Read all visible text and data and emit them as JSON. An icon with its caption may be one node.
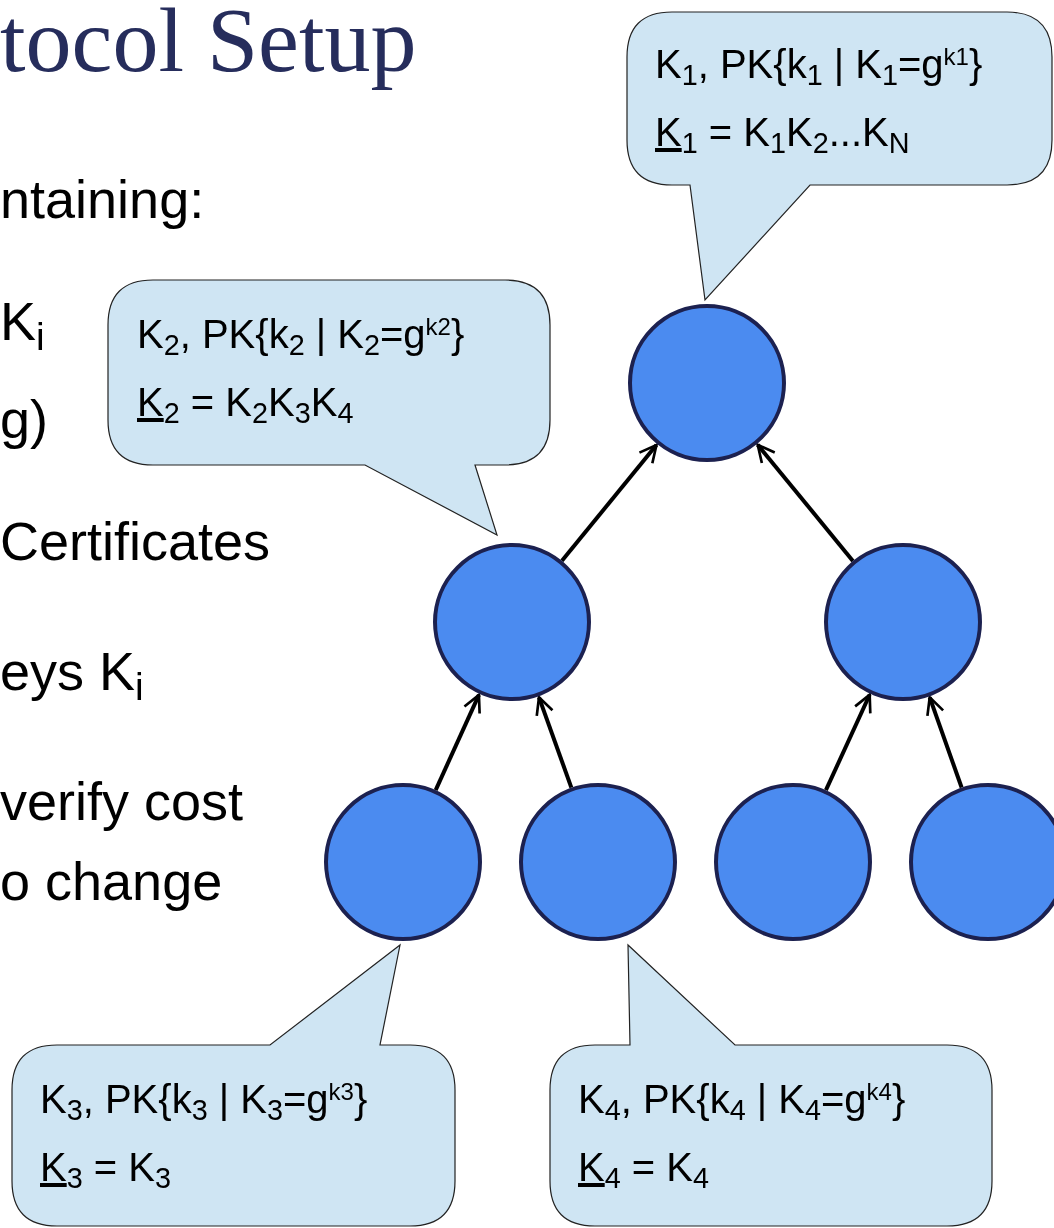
{
  "diagram": {
    "title": "tocol Setup",
    "nodes": [
      {
        "text": [
          "K$_{1}$, PK{k$_{1}$ | K$_{1}$=g$^{k1}$}",
          "K$_{1}$ = K$_{1}$K$_{2}$...K$_{N}$"
        ]
      },
      {
        "text": [
          "K$_{2}$, PK{k$_{2}$ | K$_{2}$=g$^{k2}$}",
          "K$_{2}$ = K$_{2}$K$_{3}$K$_{4}$"
        ]
      },
      {
        "text": [],
        "shape": "circle"
      },
      {
        "text": [],
        "shape": "circle"
      },
      {
        "text": [],
        "shape": "circle"
      },
      {
        "text": [],
        "shape": "circle"
      },
      {
        "text": [],
        "shape": "circle"
      },
      {
        "text": [],
        "shape": "circle"
      },
      {
        "text": [],
        "shape": "circle"
      },
      {
        "text": [
          "K$_{3}$, PK{k$_{3}$ | K$_{3}$=g$^{k3}$}",
          "K$_{3}$ = K$_{3}$"
        ]
      },
      {
        "text": [
          "K$_{4}$, PK{k$_{4}$ | K$_{4}$=g$^{k4}$}",
          "K$_{4}$ = K$_{4}$"
        ]
      }
    ],
    "edges": [
      {
        "from": 3,
        "to": 2,
        "arrow": "to"
      },
      {
        "from": 4,
        "to": 2,
        "arrow": "to"
      },
      {
        "from": 5,
        "to": 3,
        "arrow": "to"
      },
      {
        "from": 6,
        "to": 3,
        "arrow": "to"
      },
      {
        "from": 7,
        "to": 4,
        "arrow": "to"
      },
      {
        "from": 8,
        "to": 4,
        "arrow": "to"
      }
    ],
    "labels": [
      "ntaining:",
      "K$_{i}$",
      "g)",
      "Certificates",
      "eys K$_{i}$",
      "verify cost",
      "o change"
    ]
  }
}
